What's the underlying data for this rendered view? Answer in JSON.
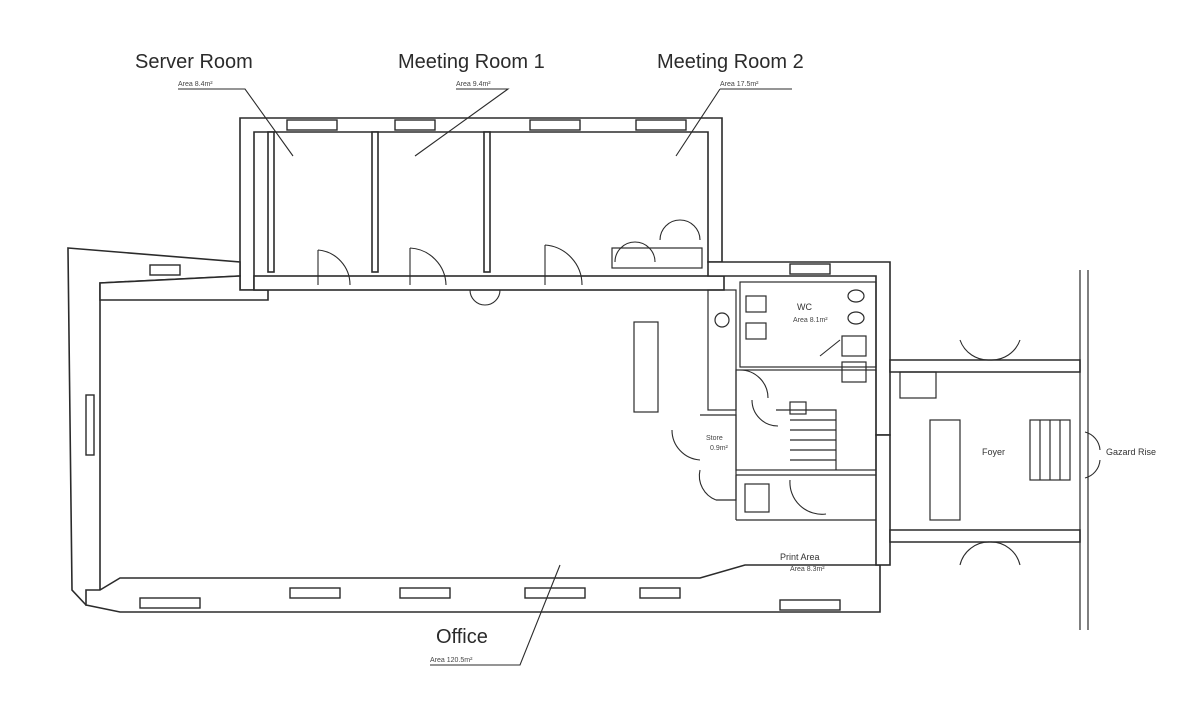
{
  "rooms": {
    "server_room": {
      "name": "Server Room",
      "area": "Area 8.4m²"
    },
    "meeting_room_1": {
      "name": "Meeting Room 1",
      "area": "Area 9.4m²"
    },
    "meeting_room_2": {
      "name": "Meeting Room 2",
      "area": "Area 17.5m²"
    },
    "office": {
      "name": "Office",
      "area": "Area 120.5m²"
    },
    "wc": {
      "name": "WC",
      "area": "Area 8.1m²"
    },
    "print_area": {
      "name": "Print Area",
      "area": "Area 8.3m²"
    },
    "foyer": {
      "name": "Foyer"
    },
    "store": {
      "name": "Store",
      "area": "0.9m²"
    },
    "street": {
      "name": "Gazard Rise"
    }
  }
}
